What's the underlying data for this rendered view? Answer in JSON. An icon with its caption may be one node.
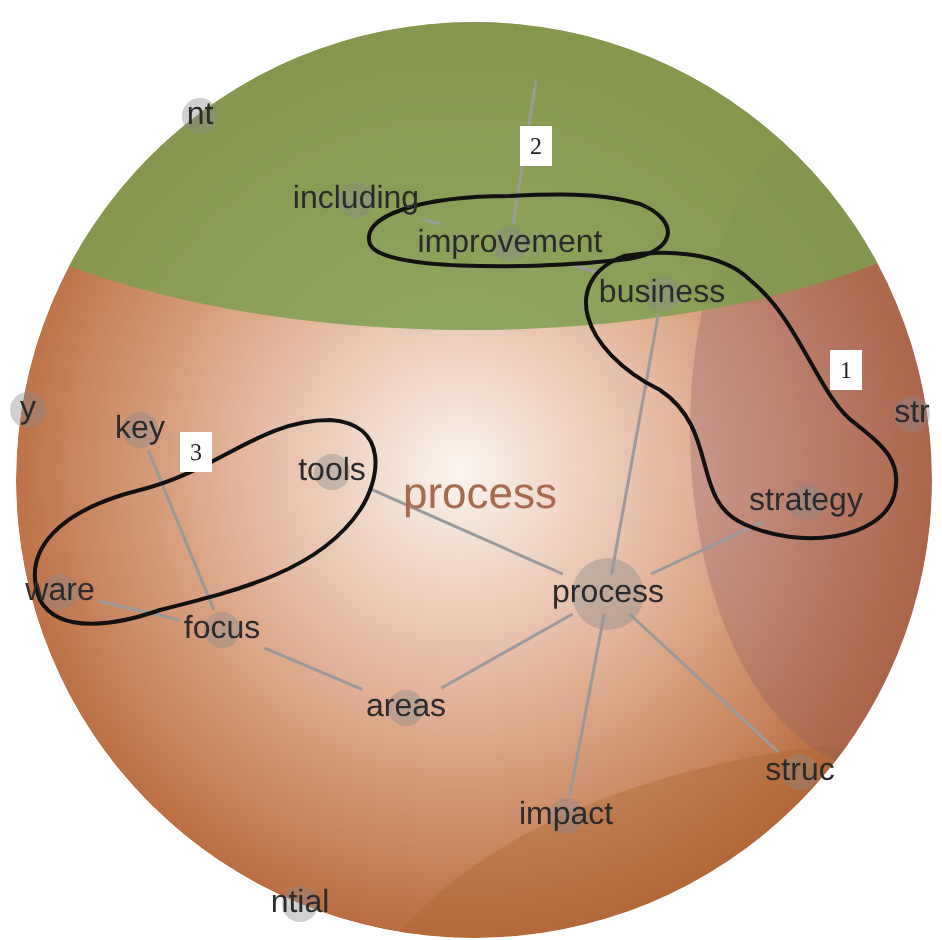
{
  "diagram": {
    "nodes": [
      {
        "text": [
          "nt"
        ]
      },
      {
        "text": [
          "including"
        ]
      },
      {
        "text": [
          "improvement"
        ]
      },
      {
        "text": [
          "business"
        ]
      },
      {
        "text": [
          "y"
        ]
      },
      {
        "text": [
          "key"
        ]
      },
      {
        "text": [
          "tools"
        ]
      },
      {
        "text": [
          "str"
        ]
      },
      {
        "text": [
          "strategy"
        ]
      },
      {
        "text": [
          "ware"
        ]
      },
      {
        "text": [
          "focus"
        ]
      },
      {
        "text": [
          "process"
        ]
      },
      {
        "text": [
          "areas"
        ]
      },
      {
        "text": [
          "struc"
        ]
      },
      {
        "text": [
          "impact"
        ]
      },
      {
        "text": [
          "ntial"
        ]
      }
    ],
    "edges": [
      {
        "from": null,
        "to": 2,
        "arrow": "none"
      },
      {
        "from": 1,
        "to": 2,
        "arrow": "none"
      },
      {
        "from": 2,
        "to": 3,
        "arrow": "none"
      },
      {
        "from": 3,
        "to": 11,
        "arrow": "none"
      },
      {
        "from": 8,
        "to": 11,
        "arrow": "none"
      },
      {
        "from": 6,
        "to": 11,
        "arrow": "none"
      },
      {
        "from": 11,
        "to": 12,
        "arrow": "none"
      },
      {
        "from": 11,
        "to": 14,
        "arrow": "none"
      },
      {
        "from": 11,
        "to": 13,
        "arrow": "none"
      },
      {
        "from": 10,
        "to": 12,
        "arrow": "none"
      },
      {
        "from": 5,
        "to": 10,
        "arrow": "none"
      },
      {
        "from": 9,
        "to": 10,
        "arrow": "none"
      }
    ],
    "labels": [
      "2",
      "1",
      "3",
      "process"
    ]
  }
}
